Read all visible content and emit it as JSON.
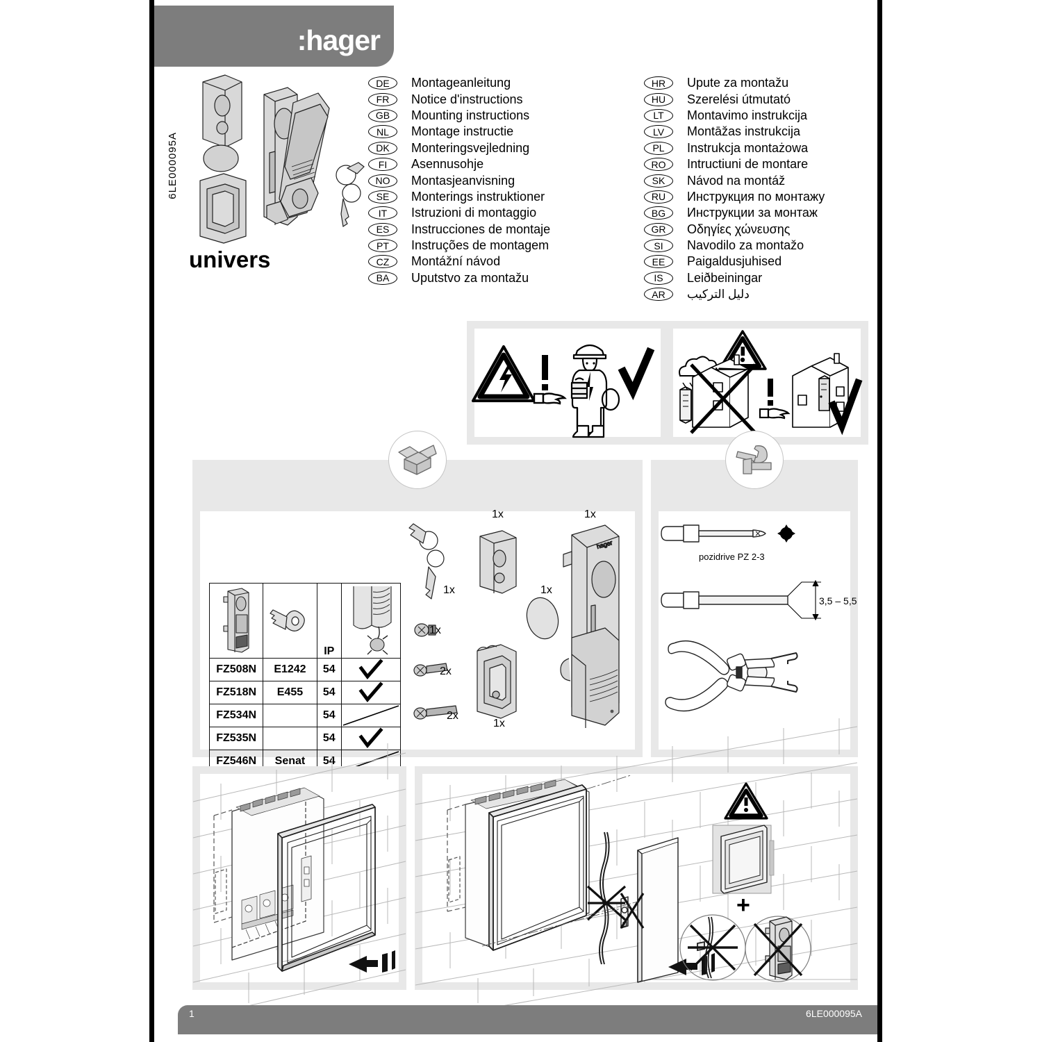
{
  "page": {
    "brand": ":hager",
    "product_title": "univers",
    "doc_code_vertical": "6LE000095A",
    "footer_page_number": "1",
    "footer_doc_code": "6LE000095A",
    "colors": {
      "brand_gray": "#7d7d7d",
      "panel_gray": "#e8e8e8",
      "ink": "#000000"
    }
  },
  "languages_left": [
    {
      "code": "DE",
      "name": "Montageanleitung"
    },
    {
      "code": "FR",
      "name": "Notice d'instructions"
    },
    {
      "code": "GB",
      "name": "Mounting instructions"
    },
    {
      "code": "NL",
      "name": "Montage instructie"
    },
    {
      "code": "DK",
      "name": "Monteringsvejledning"
    },
    {
      "code": "FI",
      "name": "Asennusohje"
    },
    {
      "code": "NO",
      "name": "Montasjeanvisning"
    },
    {
      "code": "SE",
      "name": "Monterings instruktioner"
    },
    {
      "code": "IT",
      "name": "Istruzioni di montaggio"
    },
    {
      "code": "ES",
      "name": "Instrucciones de montaje"
    },
    {
      "code": "PT",
      "name": "Instruções de montagem"
    },
    {
      "code": "CZ",
      "name": "Montážní návod"
    },
    {
      "code": "BA",
      "name": "Uputstvo za montažu"
    }
  ],
  "languages_right": [
    {
      "code": "HR",
      "name": "Upute za montažu"
    },
    {
      "code": "HU",
      "name": "Szerelési útmutató"
    },
    {
      "code": "LT",
      "name": "Montavimo instrukcija"
    },
    {
      "code": "LV",
      "name": "Montāžas instrukcija"
    },
    {
      "code": "PL",
      "name": "Instrukcja montażowa"
    },
    {
      "code": "RO",
      "name": "Intructiuni de montare"
    },
    {
      "code": "SK",
      "name": "Návod na montáž"
    },
    {
      "code": "RU",
      "name": "Инструкция по монтажу"
    },
    {
      "code": "BG",
      "name": "Инструкции за монтаж"
    },
    {
      "code": "GR",
      "name": "Οδηγίες χώνευσης"
    },
    {
      "code": "SI",
      "name": "Navodilo za montažo"
    },
    {
      "code": "EE",
      "name": "Paigaldusjuhised"
    },
    {
      "code": "IS",
      "name": "Leiðbeiningar"
    },
    {
      "code": "AR",
      "name": "دليل   التركيب"
    }
  ],
  "product_table": {
    "column_icons": [
      "lock-handle-icon",
      "key-icon",
      "ip-rating",
      "seal-lead-icon"
    ],
    "ip_header": "IP",
    "rows": [
      {
        "model": "FZ508N",
        "key": "E1242",
        "ip": "54",
        "sealable": "✓"
      },
      {
        "model": "FZ518N",
        "key": "E455",
        "ip": "54",
        "sealable": "✓"
      },
      {
        "model": "FZ534N",
        "key": "",
        "ip": "54",
        "sealable": "—"
      },
      {
        "model": "FZ535N",
        "key": "",
        "ip": "54",
        "sealable": "✓"
      },
      {
        "model": "FZ546N",
        "key": "Senat",
        "ip": "54",
        "sealable": "—"
      }
    ]
  },
  "scope_of_delivery": {
    "badge_icon": "open-box-icon",
    "parts": [
      {
        "icon": "keys-icon",
        "qty": "1x"
      },
      {
        "icon": "short-screw-icon",
        "qty": "1x"
      },
      {
        "icon": "medium-screw-icon",
        "qty": "2x"
      },
      {
        "icon": "long-screw-icon",
        "qty": "2x"
      },
      {
        "icon": "lock-insert-icon",
        "qty": "1x"
      },
      {
        "icon": "cover-cap-icon",
        "qty": "1x"
      },
      {
        "icon": "handle-recess-icon",
        "qty": "1x"
      },
      {
        "icon": "lock-handle-assembly",
        "qty": "1x"
      }
    ]
  },
  "tools": {
    "badge_icon": "wrench-hammer-icon",
    "items": [
      {
        "icon": "pozidrive-screwdriver-icon",
        "label": "pozidrive PZ 2-3"
      },
      {
        "icon": "flat-screwdriver-icon",
        "label": "3,5 – 5,5"
      },
      {
        "icon": "circlip-pliers-icon",
        "label": ""
      }
    ]
  },
  "steps": [
    {
      "name": "step-1-install-frame-seal",
      "icon": "cabinet-frame-seal-diagram",
      "arrow": "insert-arrow"
    },
    {
      "name": "step-2-mount-door",
      "icon": "cabinet-door-mount-diagram",
      "arrow": "insert-arrow"
    }
  ],
  "step2_warning": {
    "triangle_icon": "warning-triangle-icon",
    "plus_sign": "+",
    "forbidden_icons": [
      "no-cable-strike-icon",
      "no-lock-strike-icon"
    ]
  },
  "safety": {
    "left": {
      "hazard_icon": "electrical-hazard-triangle-icon",
      "exclaim": "!",
      "pointer_icon": "pointing-hand-icon",
      "person_icon": "qualified-electrician-icon",
      "check": "✔"
    },
    "right": {
      "hazard_icon": "general-warning-triangle-icon",
      "exclaim": "!",
      "pointer_icon": "pointing-hand-icon",
      "forbidden_icon": "house-outdoor-install-crossed-icon",
      "allowed_icon": "house-indoor-install-icon",
      "check": "✔"
    }
  }
}
